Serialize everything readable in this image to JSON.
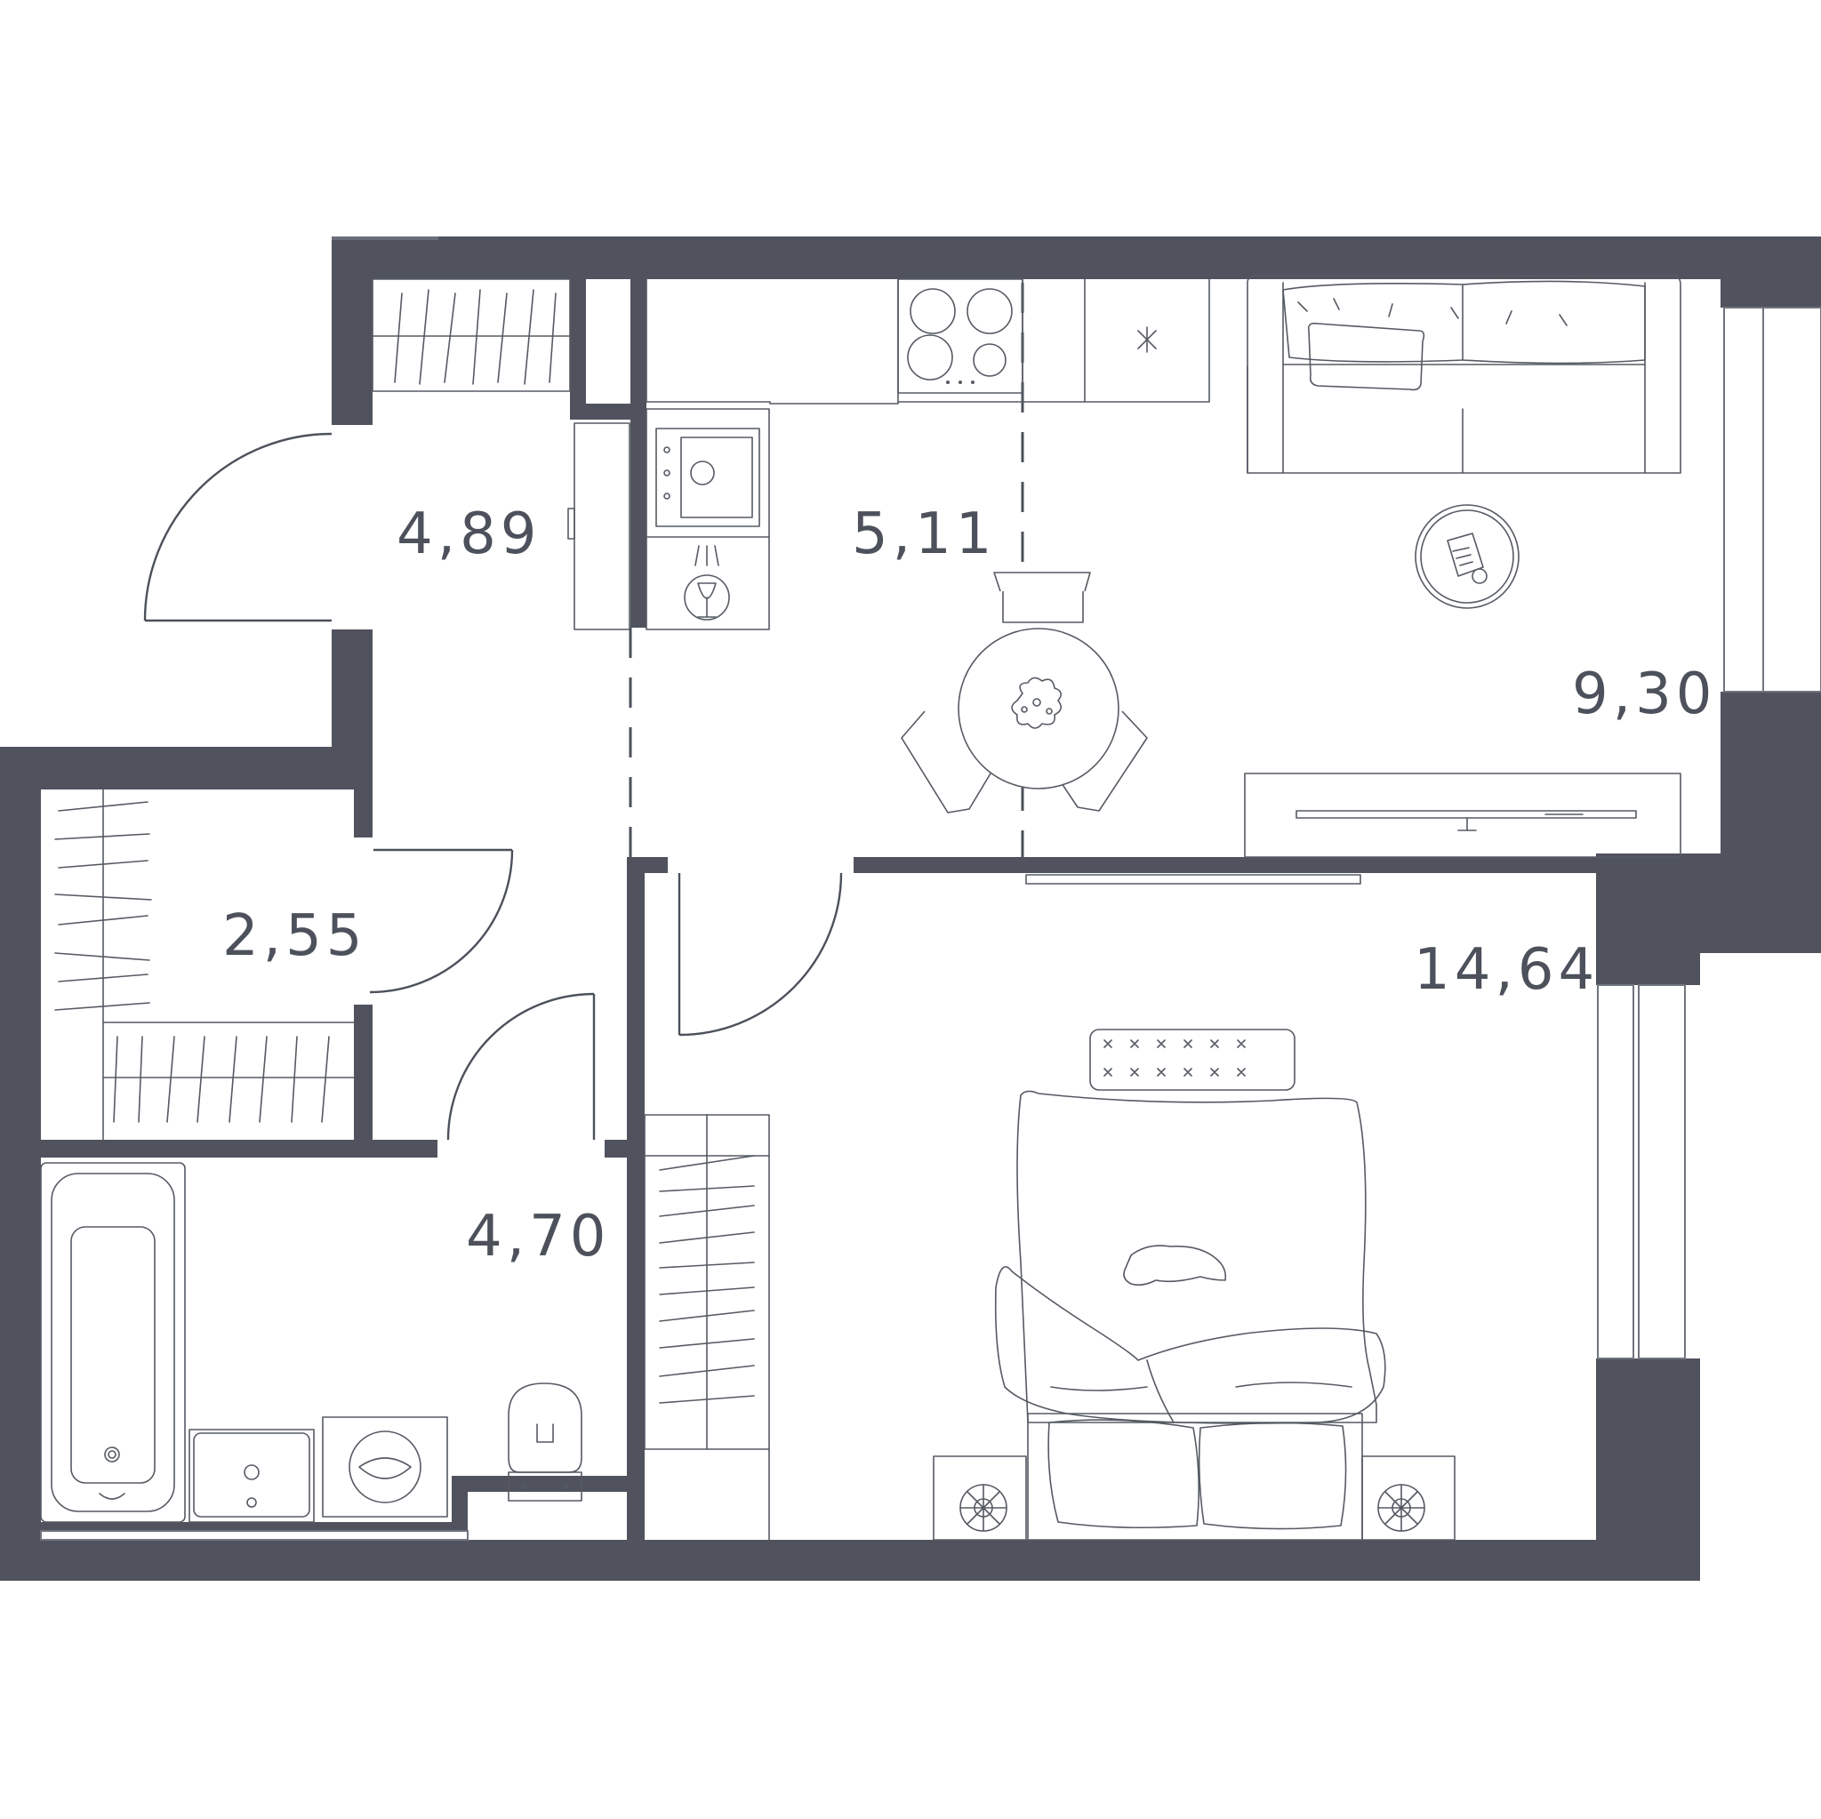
{
  "colors": {
    "wall": "#50535e",
    "line": "#555a63"
  },
  "rooms": [
    {
      "id": "entrance-hall",
      "area": "4,89"
    },
    {
      "id": "kitchen",
      "area": "5,11"
    },
    {
      "id": "living-room",
      "area": "9,30"
    },
    {
      "id": "wardrobe",
      "area": "2,55"
    },
    {
      "id": "bathroom",
      "area": "4,70"
    },
    {
      "id": "bedroom",
      "area": "14,64"
    }
  ],
  "icons": [
    "stove-icon",
    "sink-icon",
    "fridge-icon",
    "dining-table-icon",
    "sofa-icon",
    "coffee-table-icon",
    "tv-stand-icon",
    "bed-icon",
    "bathtub-icon",
    "washing-machine-icon",
    "toilet-icon",
    "wardrobe-icon",
    "door-icon",
    "window-icon"
  ]
}
